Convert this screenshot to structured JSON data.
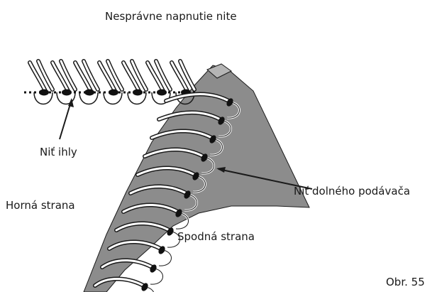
{
  "figure": {
    "title": "Nesprávne napnutie nite",
    "labels": {
      "needle_thread": "Niť ihly",
      "looper_thread": "Niť dolného podávača",
      "top_side": "Horná strana",
      "bottom_side": "Spodná strana"
    },
    "figure_number": "Obr. 55"
  },
  "colors": {
    "fabric_gray": "#8c8c8c",
    "thread_outline": "#1a1a1a",
    "thread_fill": "#ffffff",
    "knot": "#111111"
  }
}
